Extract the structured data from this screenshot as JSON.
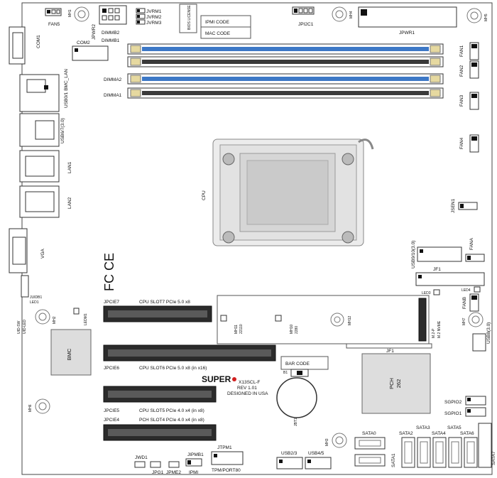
{
  "labels": {
    "fan5": "FAN5",
    "mh1": "MH1",
    "jpwr2": "JPWR2",
    "jvrm1": "JVRM1",
    "jvrm2": "JVRM2",
    "jvrm3": "JVRM3",
    "bios_license": "BIOS LICENSE",
    "ipmi_code": "IPMI CODE",
    "mac_code": "MAC CODE",
    "jpi2c1": "JPI2C1",
    "mh4": "MH4",
    "jpwr1": "JPWR1",
    "mh5": "MH5",
    "com1": "COM1",
    "dimmb2": "DIMMB2",
    "dimmb1": "DIMMB1",
    "com2": "COM2",
    "dimma2": "DIMMA2",
    "dimma1": "DIMMA1",
    "fan1": "FAN1",
    "fan2": "FAN2",
    "fan3": "FAN3",
    "fan4": "FAN4",
    "usb01_bmc_lan": "USB0/1\nBMC_LAN",
    "usb67": "USB6/7(3.0)",
    "lan1": "LAN1",
    "lan2": "LAN2",
    "cpu": "CPU",
    "jsen1": "JSEN1",
    "vga": "VGA",
    "usb910": "USB9/10(3.0)",
    "fana": "FANA",
    "jf1_top": "JF1",
    "jpcie7": "JPCIE7",
    "cpu_slot7": "CPU SLOT7 PCIe 5.0 x8",
    "led3": "LED3",
    "led4": "LED4",
    "fanb": "FANB",
    "juidb1": "JUIDB1",
    "led1": "LED1",
    "uid_sw": "UID-SW",
    "uid_led": "UID-LED",
    "ledm1": "LEDM1",
    "mh2": "MH2",
    "mh11": "MH11",
    "mh11_size": "22110",
    "mh10": "MH10",
    "mh10_size": "2280",
    "mh12": "MH12",
    "m2p": "M.2-P",
    "m2_nvme": "M.2 NVME",
    "mh7": "MH7",
    "usb8": "USB8(3.0)",
    "bmc": "BMC",
    "jpcie6": "JPCIE6",
    "cpu_slot6": "CPU SLOT6 PCIe 5.0 x8 (in x16)",
    "jf1_bottom": "JF1",
    "bar_code": "BAR CODE",
    "pch": "PCH",
    "pch_model": "262",
    "super_brand": "SUPER",
    "model_line1": "X13SCL-F",
    "model_line2": "REV 1.01",
    "model_line3": "DESIGNED IN USA",
    "b1": "B1",
    "jpcie5": "JPCIE5",
    "cpu_slot5": "CPU SLOT5 PCIe 4.0 x4 (in x8)",
    "sgpio2": "SGPIO2",
    "sgpio1": "SGPIO1",
    "mh6": "MH6",
    "jbt1": "JBT1",
    "jpcie4": "JPCIE4",
    "pch_slot4": "PCH SLOT4 PCIe 4.0 x4 (in x8)",
    "mh3": "MH3",
    "sata0": "SATA0",
    "sata1": "SATA1",
    "sata2": "SATA2",
    "sata3": "SATA3",
    "sata4": "SATA4",
    "sata5": "SATA5",
    "sata6": "SATA6",
    "sata7": "SATA7",
    "jtpm1": "JTPM1",
    "tpm_port80": "TPM/PORT80",
    "jipmb1": "JIPMB1",
    "ipmi": "IPMI",
    "jwd1": "JWD1",
    "jpg1": "JPG1",
    "jpme2": "JPME2",
    "usb23": "USB2/3",
    "usb45": "USB4/5",
    "fcc_mark": "FC CE"
  },
  "colors": {
    "dimm_blue": "#3d78c6",
    "dimm_black": "#3a3a3a",
    "dimm_latch": "#e6d9a0",
    "pcie_black": "#2b2b2b",
    "brand_red": "#d21f1f",
    "brand_blue": "#1b3a8c",
    "outline": "#555555"
  }
}
